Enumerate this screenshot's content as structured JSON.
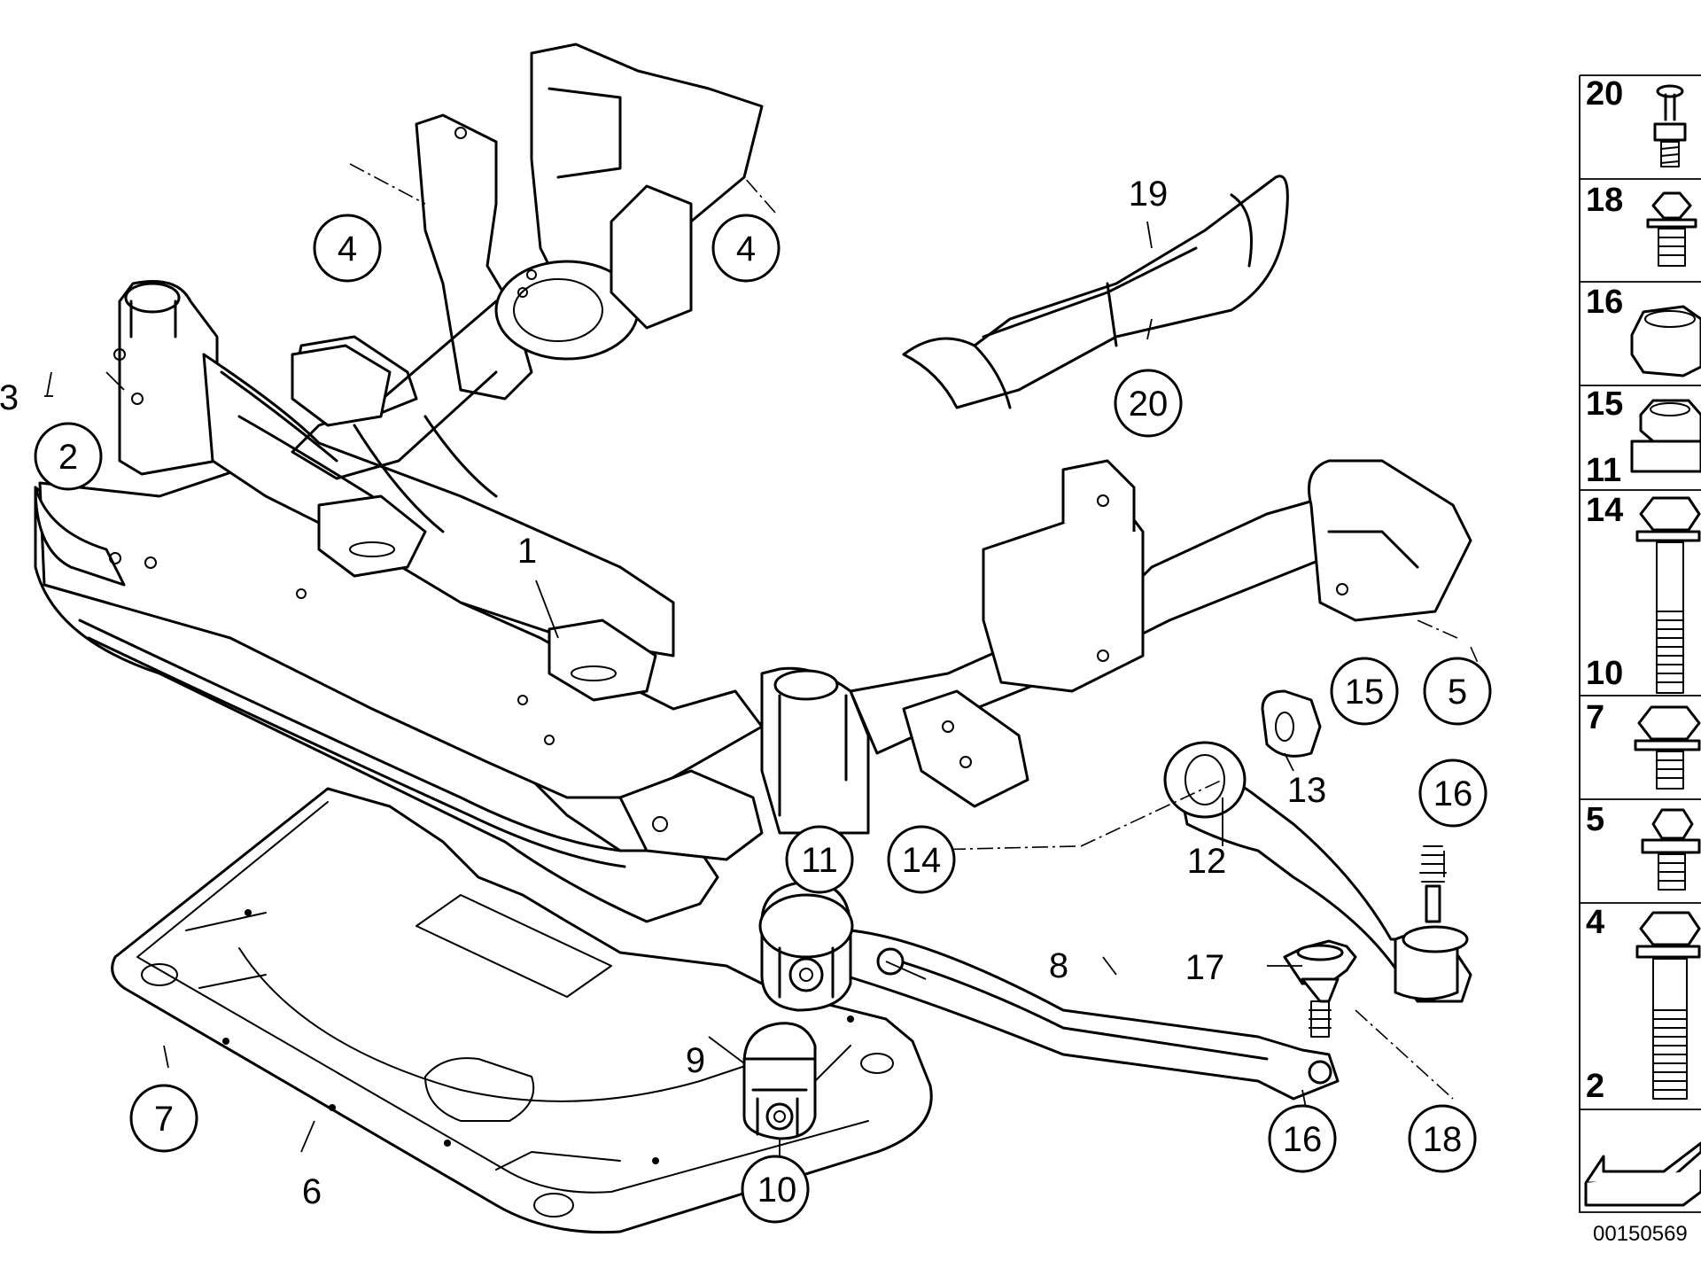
{
  "labels": {
    "l1": "1",
    "l2": "2",
    "l3": "3",
    "l4a": "4",
    "l4b": "4",
    "l5": "5",
    "l6": "6",
    "l7": "7",
    "l8": "8",
    "l9": "9",
    "l10": "10",
    "l11": "11",
    "l12": "12",
    "l13": "13",
    "l14": "14",
    "l15": "15",
    "l16a": "16",
    "l16b": "16",
    "l17": "17",
    "l18": "18",
    "l19": "19",
    "l20": "20"
  },
  "legend": {
    "rows": [
      "20",
      "18",
      "16",
      "15",
      "11",
      "14",
      "10",
      "7",
      "5",
      "4",
      "2"
    ]
  },
  "diagram_code": "00150569"
}
